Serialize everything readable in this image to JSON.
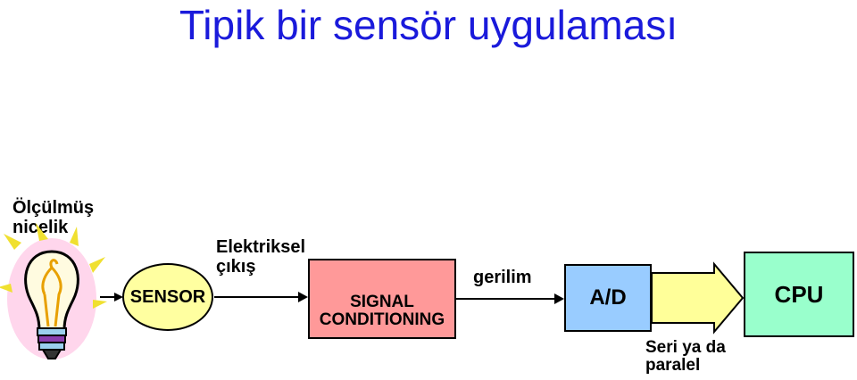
{
  "title": "Tipik bir sensör uygulaması",
  "measured": {
    "line1": "Ölçülmüş",
    "line2": "nicelik"
  },
  "sensor": {
    "label": "SENSOR"
  },
  "electrical_output": {
    "line1": "Elektriksel",
    "line2": "çıkış"
  },
  "signal_conditioning": {
    "line1": "SIGNAL",
    "line2": "CONDITIONING"
  },
  "voltage": {
    "label": "gerilim"
  },
  "ad": {
    "label": "A/D"
  },
  "cpu": {
    "label": "CPU"
  },
  "serial_parallel": {
    "line1": "Seri ya da",
    "line2": "paralel"
  },
  "colors": {
    "title": "#1a1adb",
    "sensor_fill": "#ffffa0",
    "signal_fill": "#ff9999",
    "ad_fill": "#99ccff",
    "cpu_fill": "#99ffcc",
    "bus_arrow_fill": "#ffff99"
  },
  "icons": [
    "light-bulb-icon"
  ]
}
